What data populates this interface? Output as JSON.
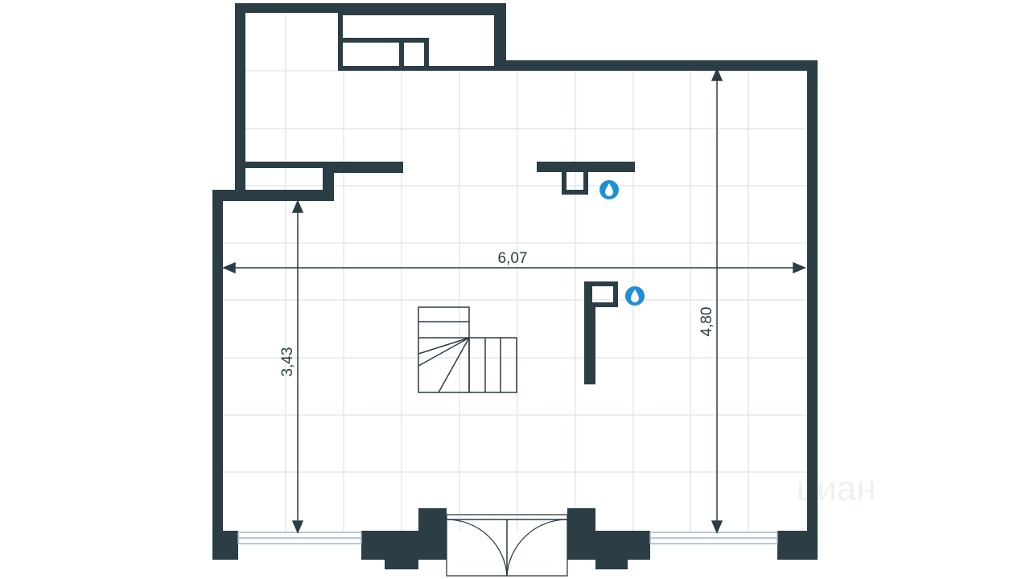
{
  "colors": {
    "wall": "#2b3d45",
    "grid": "#d7dde0",
    "floor": "#ffffff",
    "dimension": "#2b3d45",
    "water": "#1f8fd6",
    "window": "#9fb7c6",
    "watermark": "#eef1f3"
  },
  "dimensions": {
    "width": "6,07",
    "height_right": "4,80",
    "height_left": "3,43"
  },
  "icons": [
    "water-drop-icon",
    "water-drop-icon"
  ],
  "watermark": {
    "text": "циан"
  }
}
